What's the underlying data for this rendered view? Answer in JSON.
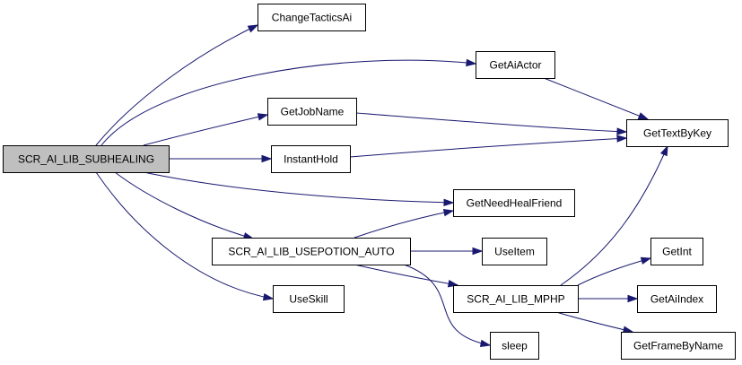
{
  "colors": {
    "edge": "#191970",
    "node_fill": "#ffffff",
    "root_fill": "#bfbfbf",
    "node_stroke": "#000000"
  },
  "nodes": {
    "root": {
      "label": "SCR_AI_LIB_SUBHEALING"
    },
    "change_tactics_ai": {
      "label": "ChangeTacticsAi"
    },
    "get_ai_actor": {
      "label": "GetAiActor"
    },
    "get_job_name": {
      "label": "GetJobName"
    },
    "get_text_by_key": {
      "label": "GetTextByKey"
    },
    "instant_hold": {
      "label": "InstantHold"
    },
    "get_need_heal_friend": {
      "label": "GetNeedHealFriend"
    },
    "usepotion_auto": {
      "label": "SCR_AI_LIB_USEPOTION_AUTO"
    },
    "use_item": {
      "label": "UseItem"
    },
    "get_int": {
      "label": "GetInt"
    },
    "mphp": {
      "label": "SCR_AI_LIB_MPHP"
    },
    "get_ai_index": {
      "label": "GetAiIndex"
    },
    "use_skill": {
      "label": "UseSkill"
    },
    "sleep": {
      "label": "sleep"
    },
    "get_frame_by_name": {
      "label": "GetFrameByName"
    }
  },
  "edges": [
    {
      "from": "root",
      "to": "change_tactics_ai"
    },
    {
      "from": "root",
      "to": "get_ai_actor"
    },
    {
      "from": "root",
      "to": "get_job_name"
    },
    {
      "from": "root",
      "to": "instant_hold"
    },
    {
      "from": "root",
      "to": "get_need_heal_friend"
    },
    {
      "from": "root",
      "to": "usepotion_auto"
    },
    {
      "from": "root",
      "to": "use_skill"
    },
    {
      "from": "get_ai_actor",
      "to": "get_text_by_key"
    },
    {
      "from": "get_job_name",
      "to": "get_text_by_key"
    },
    {
      "from": "instant_hold",
      "to": "get_text_by_key"
    },
    {
      "from": "usepotion_auto",
      "to": "get_need_heal_friend"
    },
    {
      "from": "usepotion_auto",
      "to": "use_item"
    },
    {
      "from": "usepotion_auto",
      "to": "mphp"
    },
    {
      "from": "usepotion_auto",
      "to": "sleep"
    },
    {
      "from": "mphp",
      "to": "get_text_by_key"
    },
    {
      "from": "mphp",
      "to": "get_int"
    },
    {
      "from": "mphp",
      "to": "get_ai_index"
    },
    {
      "from": "mphp",
      "to": "get_frame_by_name"
    }
  ]
}
